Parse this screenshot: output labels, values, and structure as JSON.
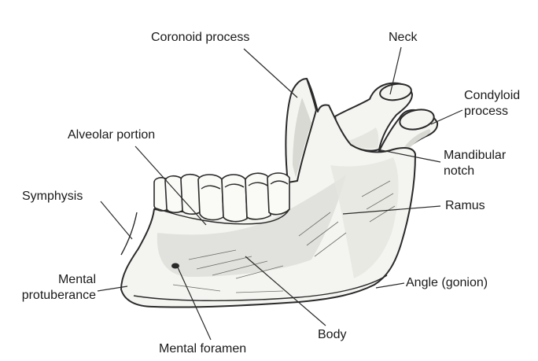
{
  "labels": {
    "coronoid_process": "Coronoid process",
    "neck": "Neck",
    "condyloid_process_line1": "Condyloid",
    "condyloid_process_line2": "process",
    "alveolar_portion": "Alveolar portion",
    "mandibular_notch_line1": "Mandibular",
    "mandibular_notch_line2": "notch",
    "symphysis": "Symphysis",
    "ramus": "Ramus",
    "mental_protuberance_line1": "Mental",
    "mental_protuberance_line2": "protuberance",
    "angle_gonion": "Angle (gonion)",
    "body": "Body",
    "mental_foramen": "Mental foramen"
  },
  "colors": {
    "ink": "#1a1a1a",
    "bone_fill": "#f4f4f1",
    "shading": "#d9d9d4"
  }
}
